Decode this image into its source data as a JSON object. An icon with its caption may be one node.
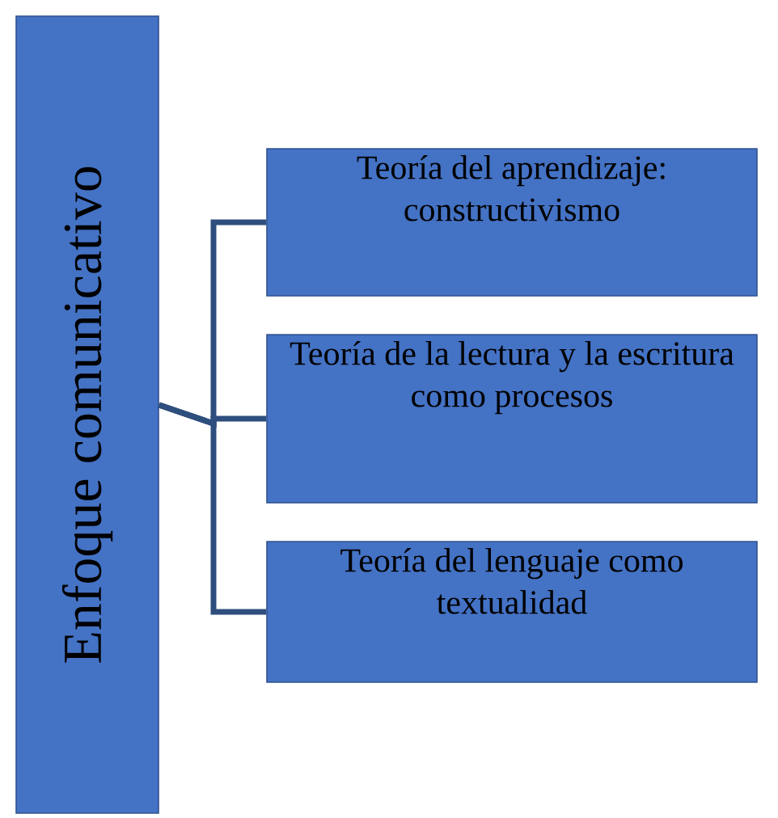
{
  "diagram": {
    "nodes": [
      {
        "text": [
          "Enfoque comunicativo"
        ]
      },
      {
        "text": [
          "Teoría del aprendizaje: constructivismo"
        ]
      },
      {
        "text": [
          "Teoría de la lectura y la escritura como procesos"
        ]
      },
      {
        "text": [
          "Teoría del lenguaje como textualidad"
        ]
      }
    ],
    "edges": [
      {
        "from": 0,
        "to": 1,
        "arrow": "none"
      },
      {
        "from": 0,
        "to": 2,
        "arrow": "none"
      },
      {
        "from": 0,
        "to": 3,
        "arrow": "none"
      }
    ]
  }
}
